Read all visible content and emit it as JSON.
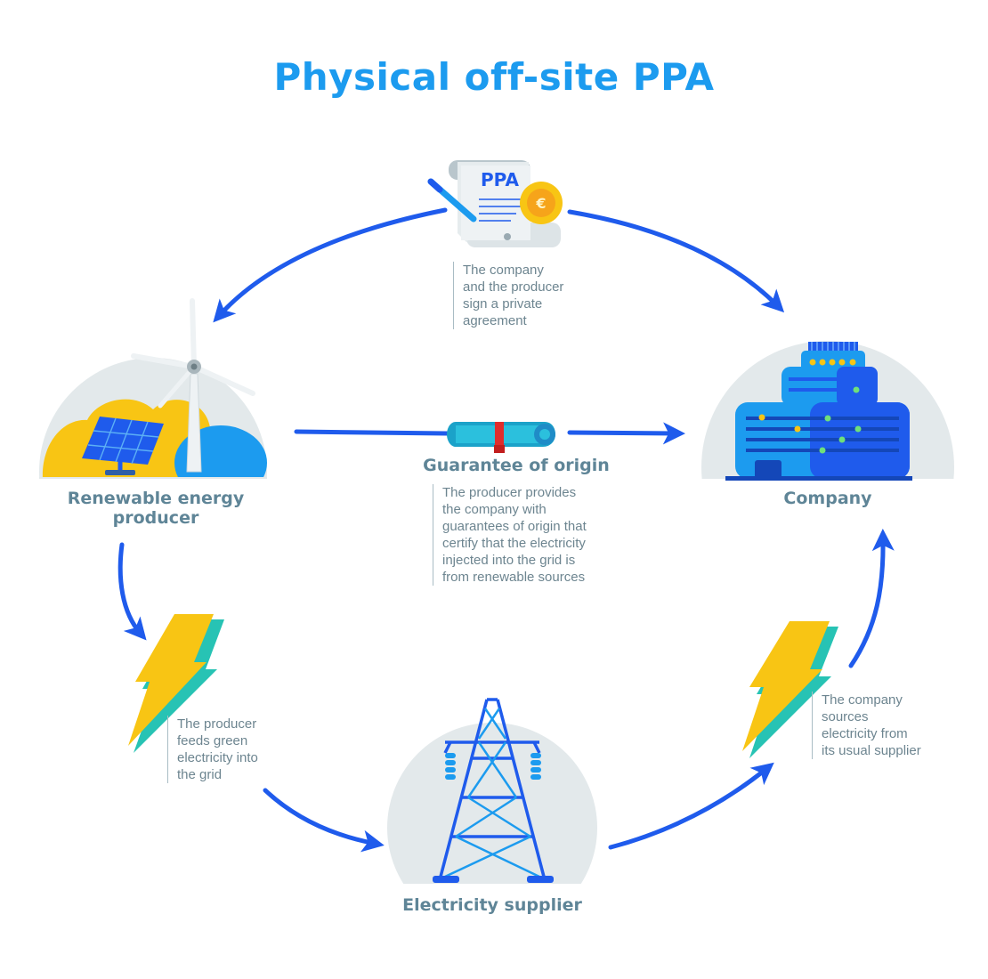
{
  "title": "Physical off-site PPA",
  "nodes": {
    "producer": "Renewable energy\nproducer",
    "company": "Company",
    "supplier": "Electricity supplier",
    "guarantee": "Guarantee of origin",
    "ppa_doc": "PPA"
  },
  "notes": {
    "agreement": "The company\nand the producer\nsign a private\nagreement",
    "guarantee": "The producer provides\nthe company with\nguarantees of origin that\ncertify that the electricity\ninjected into the grid is\nfrom renewable sources",
    "feeds": "The producer\nfeeds green\nelectricity into\nthe grid",
    "sources": "The company\nsources\nelectricity from\nits usual supplier"
  },
  "colors": {
    "title": "#1c9bef",
    "arrow": "#1f5bec",
    "label": "#5f8597",
    "circle_bg": "#e3e9eb",
    "bolt": "#f8c514",
    "bolt_shadow": "#27c3b4"
  }
}
